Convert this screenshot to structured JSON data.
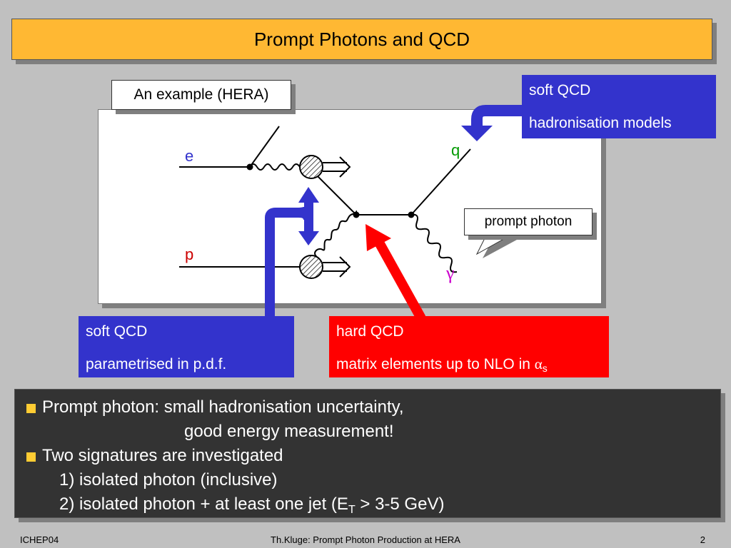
{
  "title": "Prompt Photons and QCD",
  "example_label": "An example (HERA)",
  "diagram": {
    "label_e": "e",
    "label_p": "p",
    "label_q": "q",
    "label_gamma": "γ",
    "colors": {
      "e": "#3333cc",
      "p": "#cc0000",
      "q": "#009900",
      "gamma": "#cc00cc",
      "blue_arrow": "#3333cc",
      "red_arrow": "#ff0000"
    }
  },
  "prompt_photon_label": "prompt photon",
  "callouts": {
    "soft_qcd_hadronisation": {
      "line1": "soft QCD",
      "line2": "hadronisation models"
    },
    "soft_qcd_pdf": {
      "line1": "soft QCD",
      "line2": "parametrised in p.d.f."
    },
    "hard_qcd": {
      "line1": "hard QCD",
      "line2": "matrix elements up to NLO in ",
      "alpha": "α",
      "alpha_sub": "s"
    }
  },
  "bullets": {
    "b1": "Prompt photon: small hadronisation uncertainty,",
    "b1_cont": "good energy measurement!",
    "b2": "Two signatures are investigated",
    "b3": "1) isolated photon (inclusive)",
    "b4_pre": "2) isolated photon + at least one jet (E",
    "b4_sub": "T",
    "b4_post": " > 3-5 GeV)"
  },
  "footer": {
    "left": "ICHEP04",
    "center": "Th.Kluge: Prompt Photon Production at HERA",
    "right": "2"
  },
  "colors": {
    "background": "#c0c0c0",
    "title_bar": "#ffb833",
    "callout_blue": "#3333cc",
    "callout_red": "#ff0000",
    "bullet_panel": "#333333",
    "bullet_square": "#ffcc33"
  }
}
